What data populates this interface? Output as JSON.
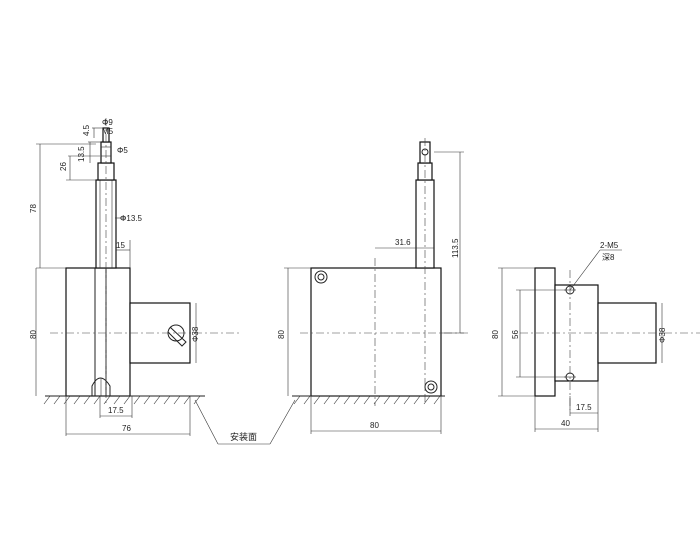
{
  "dimensions": {
    "phi9": "Φ9",
    "m5": "M5",
    "d4_5": "4.5",
    "d13_5": "13.5",
    "phi5": "Φ5",
    "d26": "26",
    "d78": "78",
    "phi13_5": "Φ13.5",
    "d15": "15",
    "d80_front": "80",
    "phi38_front": "Φ38",
    "d17_5_front": "17.5",
    "d76": "76",
    "d31_6": "31.6",
    "d113_5": "113.5",
    "d80_side": "80",
    "d80_side_bottom": "80",
    "m5_holes": "2-M5",
    "depth8": "深8",
    "d80_right": "80",
    "d56": "56",
    "phi38_right": "Φ38",
    "d17_5_right": "17.5",
    "d40": "40"
  },
  "labels": {
    "mounting_surface": "安装面"
  }
}
